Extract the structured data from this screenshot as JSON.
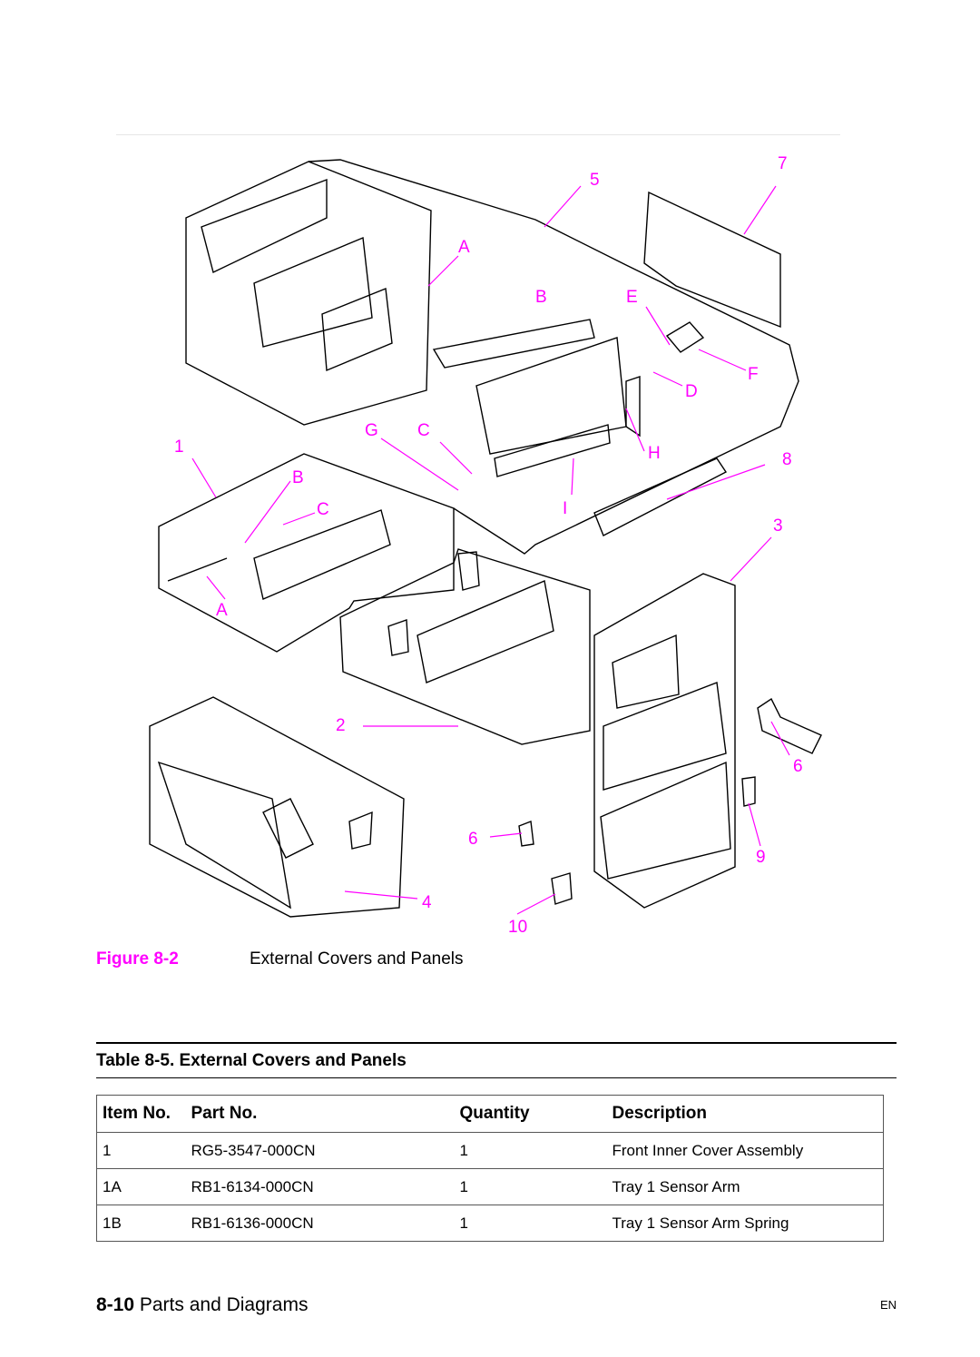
{
  "figure": {
    "label": "Figure 8-2",
    "title": "External Covers and Panels",
    "callouts": [
      "7",
      "5",
      "A",
      "B",
      "E",
      "F",
      "D",
      "G",
      "C",
      "1",
      "H",
      "8",
      "B",
      "C",
      "I",
      "3",
      "A",
      "2",
      "6",
      "6",
      "9",
      "4",
      "10"
    ]
  },
  "table": {
    "title": "Table 8-5. External Covers and Panels",
    "headers": [
      "Item No.",
      "Part No.",
      "Quantity",
      "Description"
    ],
    "rows": [
      [
        "1",
        "RG5-3547-000CN",
        "1",
        "Front Inner Cover Assembly"
      ],
      [
        "1A",
        "RB1-6134-000CN",
        "1",
        "Tray 1 Sensor Arm"
      ],
      [
        "1B",
        "RB1-6136-000CN",
        "1",
        "Tray 1 Sensor Arm Spring"
      ]
    ]
  },
  "footer": {
    "page_number": "8-10",
    "section": "Parts and Diagrams",
    "code": "EN"
  },
  "colors": {
    "callout": "#ff00ff"
  }
}
